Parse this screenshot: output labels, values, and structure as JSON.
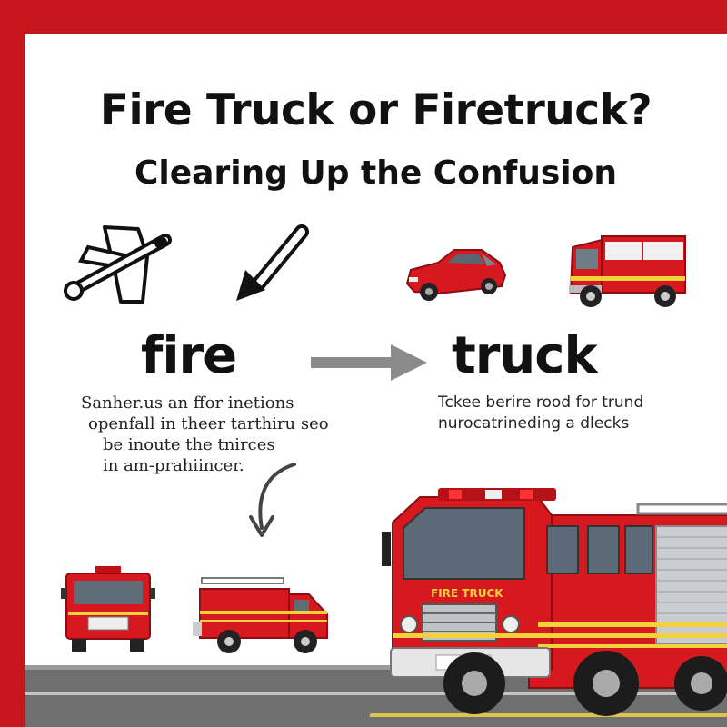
{
  "title": "Fire Truck or Firetruck?",
  "subtitle": "Clearing Up the Confusion",
  "words": {
    "fire": "fire",
    "truck": "truck"
  },
  "fire_description": [
    "Sanher.us an ffor inetions",
    "openfall in theer tarthiru seo",
    "be inoute the tnirces",
    "in am-prahiincer."
  ],
  "truck_description": [
    "Tckee berire rood for trund",
    "nurocatrineding a dlecks"
  ],
  "truck_side_label": "FIRE TRUCK",
  "colors": {
    "frame": "#c4161c",
    "truck_red": "#d7191f",
    "text": "#111111"
  },
  "icons": [
    "fire-axe-icon",
    "arrow-pointer-icon",
    "red-car-icon",
    "fire-truck-icon",
    "right-arrow-icon",
    "curved-arrow-icon"
  ]
}
